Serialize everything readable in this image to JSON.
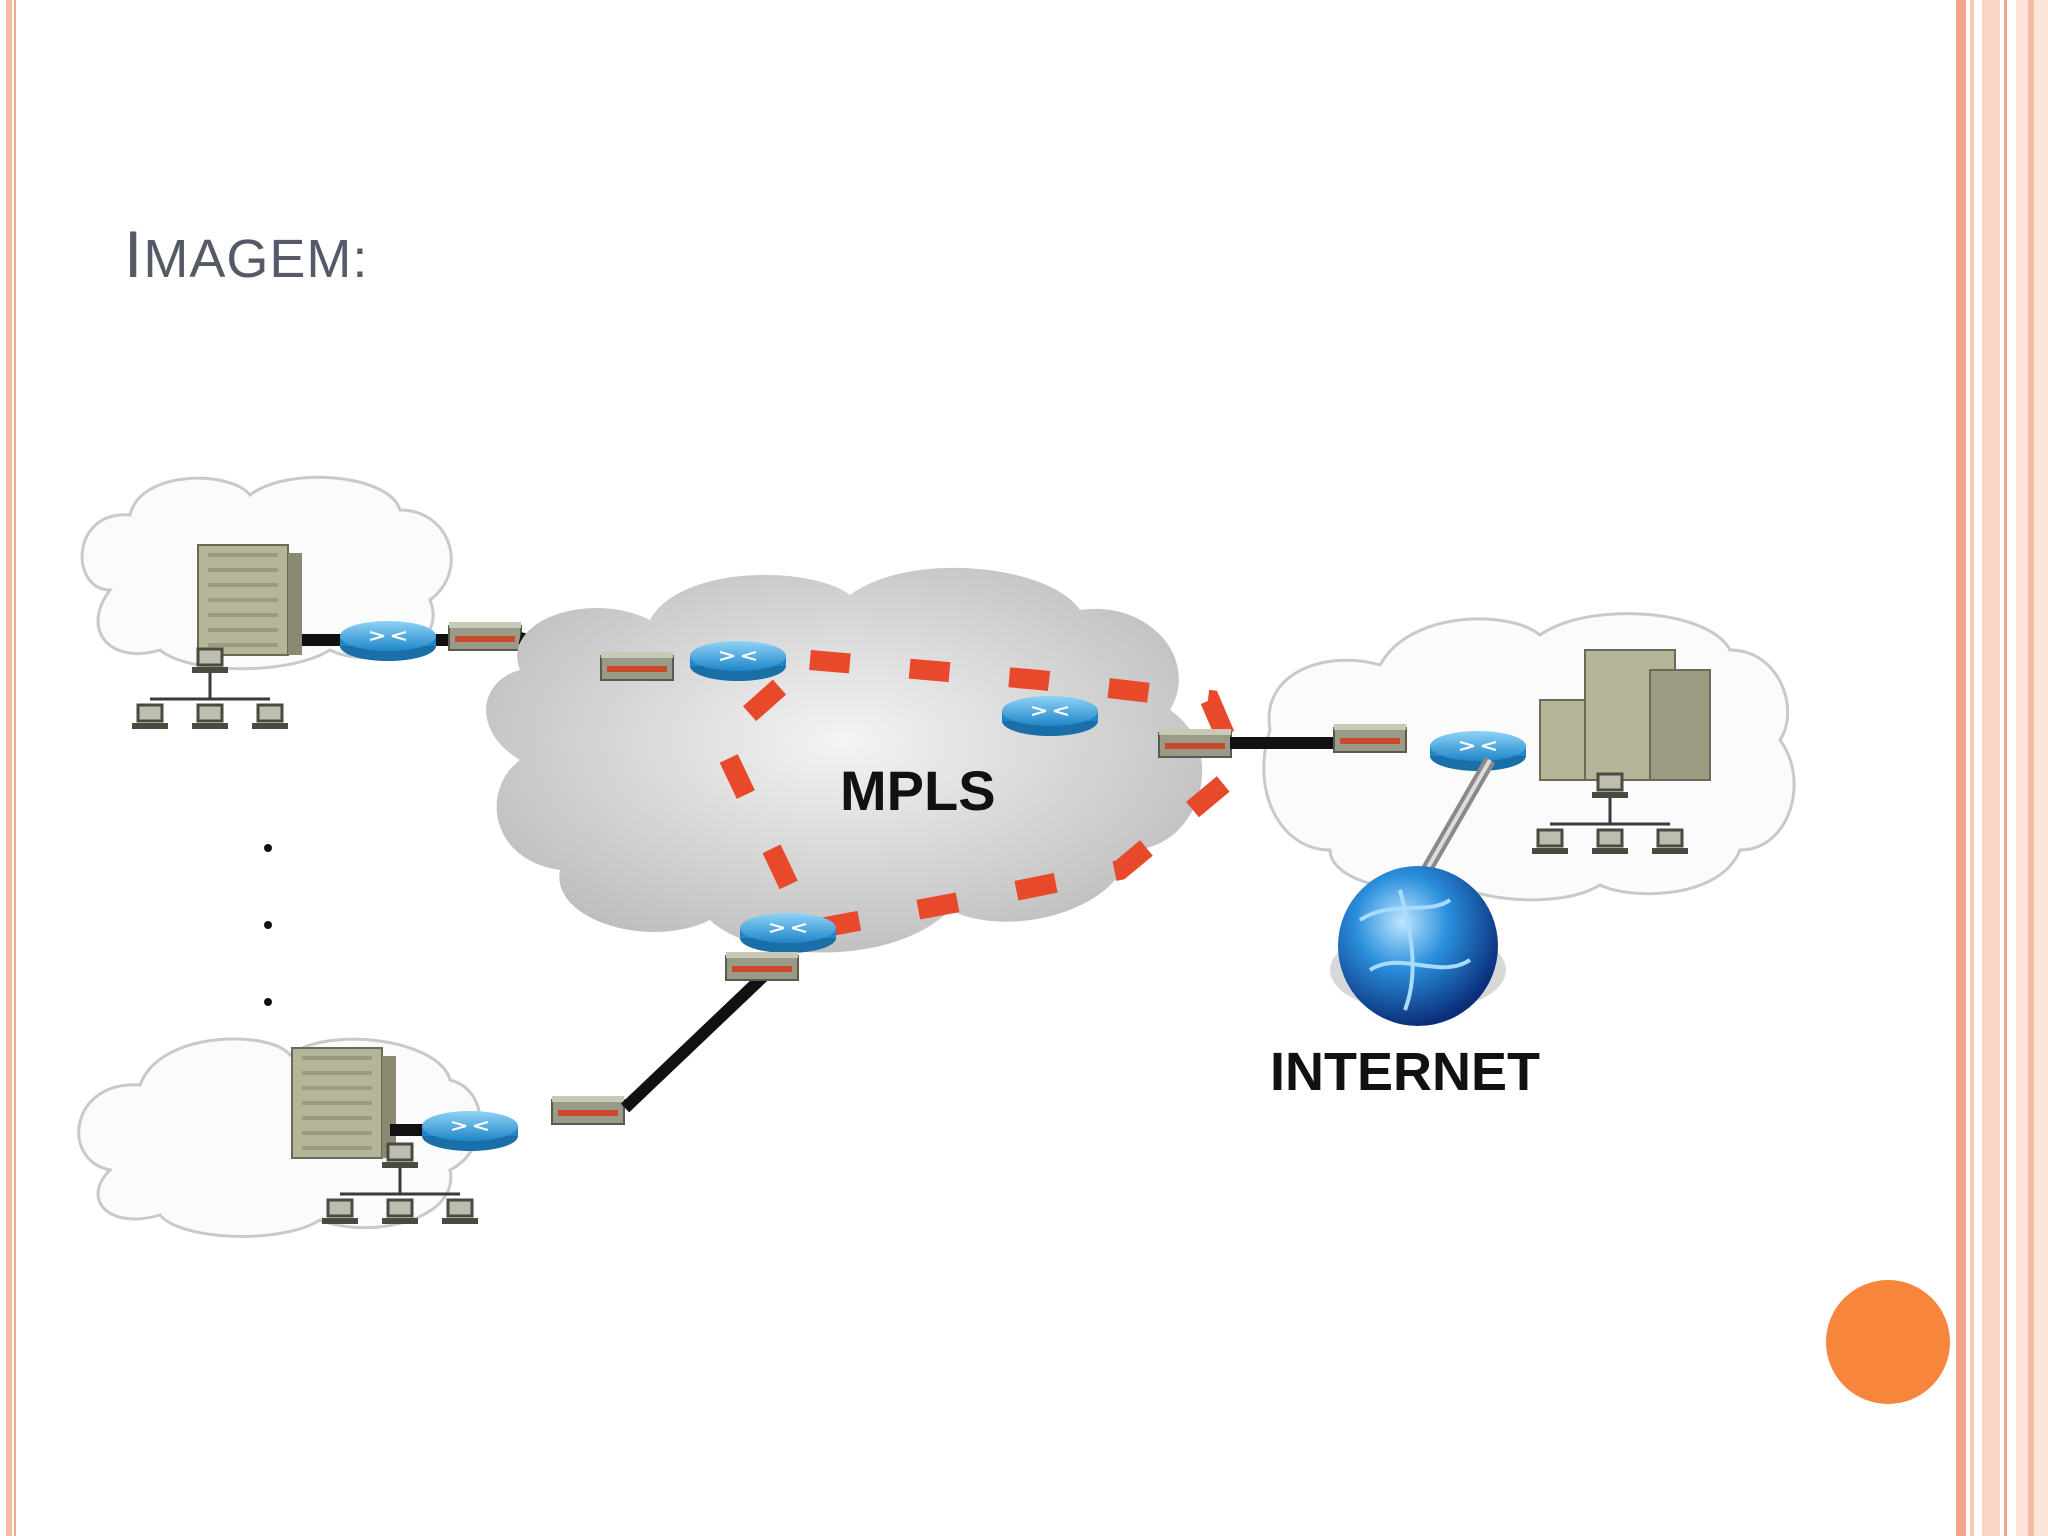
{
  "slide": {
    "title_first": "I",
    "title_rest": "MAGEM:"
  },
  "diagram": {
    "mpls_label": "MPLS",
    "internet_label": "INTERNET"
  },
  "colors": {
    "accent": "#f7853c",
    "title": "#555a68",
    "path_dash": "#e8492a",
    "router": "#3fa9e0"
  },
  "icons": [
    "server-icon",
    "router-icon",
    "switch-icon",
    "workstation-icon",
    "globe-icon",
    "cloud-icon"
  ]
}
